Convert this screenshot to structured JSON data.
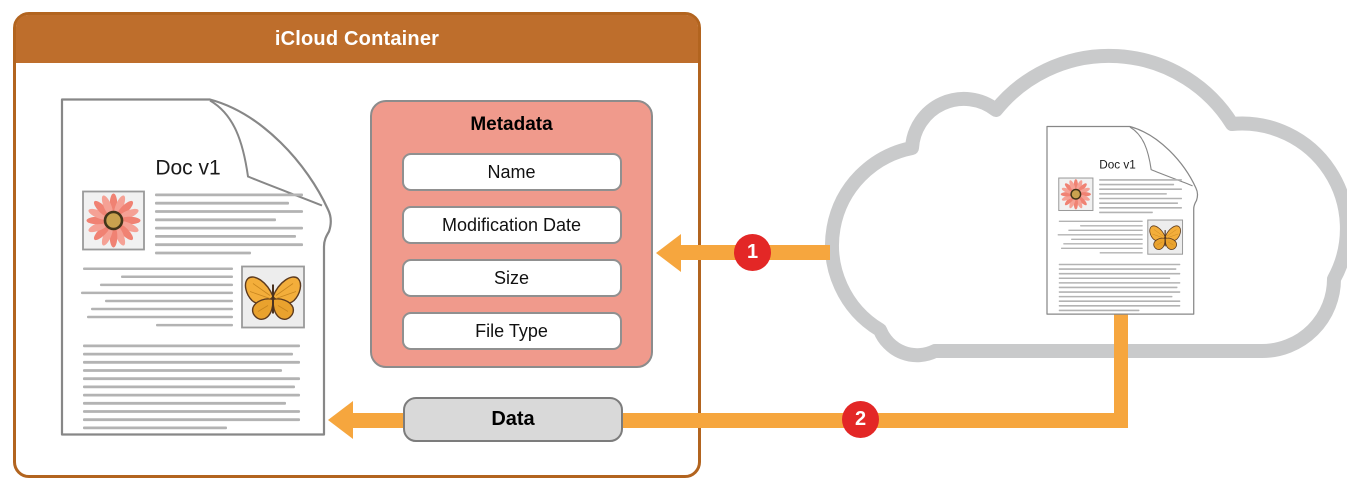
{
  "container": {
    "title": "iCloud Container"
  },
  "metadata": {
    "title": "Metadata",
    "fields": [
      "Name",
      "Modification Date",
      "Size",
      "File Type"
    ]
  },
  "data_pill": {
    "label": "Data"
  },
  "documents": {
    "local": {
      "title": "Doc v1"
    },
    "cloud": {
      "title": "Doc v1"
    }
  },
  "steps": [
    {
      "label": "1"
    },
    {
      "label": "2"
    }
  ],
  "colors": {
    "container_orange": "#BE6E2C",
    "container_border": "#B2641F",
    "metadata_salmon": "#F09A8C",
    "arrow_orange": "#F6A63E",
    "badge_red": "#E32726",
    "cloud_gray": "#C9CACB",
    "pill_gray": "#D9D9D9",
    "doc_line_gray": "#B3B3B3"
  }
}
